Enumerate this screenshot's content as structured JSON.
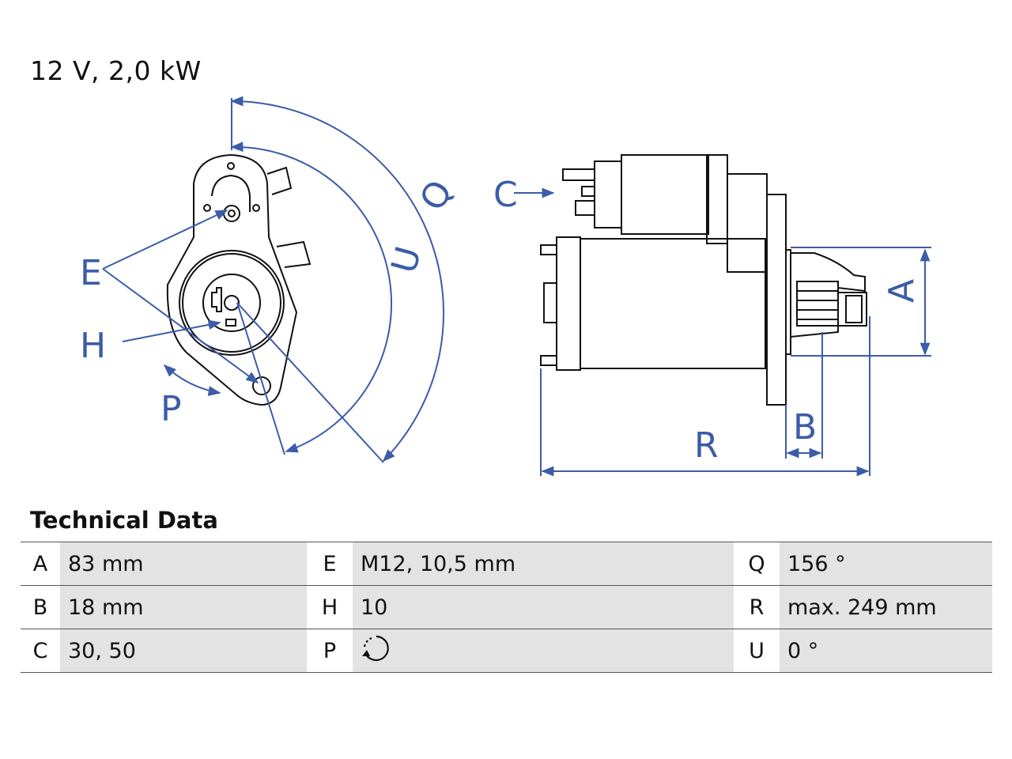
{
  "header": {
    "rating": "12 V, 2,0 kW"
  },
  "section_title": "Technical Data",
  "drawing_labels": {
    "Q": "Q",
    "U": "U",
    "E": "E",
    "H": "H",
    "P": "P",
    "C": "C",
    "A": "A",
    "B": "B",
    "R": "R"
  },
  "colors": {
    "dimension": "#3b5ca8",
    "outline": "#111111",
    "table_shade": "#e3e3e3"
  },
  "table": {
    "rows": [
      [
        {
          "key": "A",
          "value": "83 mm"
        },
        {
          "key": "E",
          "value": "M12, 10,5 mm"
        },
        {
          "key": "Q",
          "value": "156 °"
        }
      ],
      [
        {
          "key": "B",
          "value": "18 mm"
        },
        {
          "key": "H",
          "value": "10"
        },
        {
          "key": "R",
          "value": "max. 249 mm"
        }
      ],
      [
        {
          "key": "C",
          "value": "30, 50"
        },
        {
          "key": "P",
          "value": "",
          "icon": "rotation-direction-icon"
        },
        {
          "key": "U",
          "value": "0 °"
        }
      ]
    ]
  }
}
